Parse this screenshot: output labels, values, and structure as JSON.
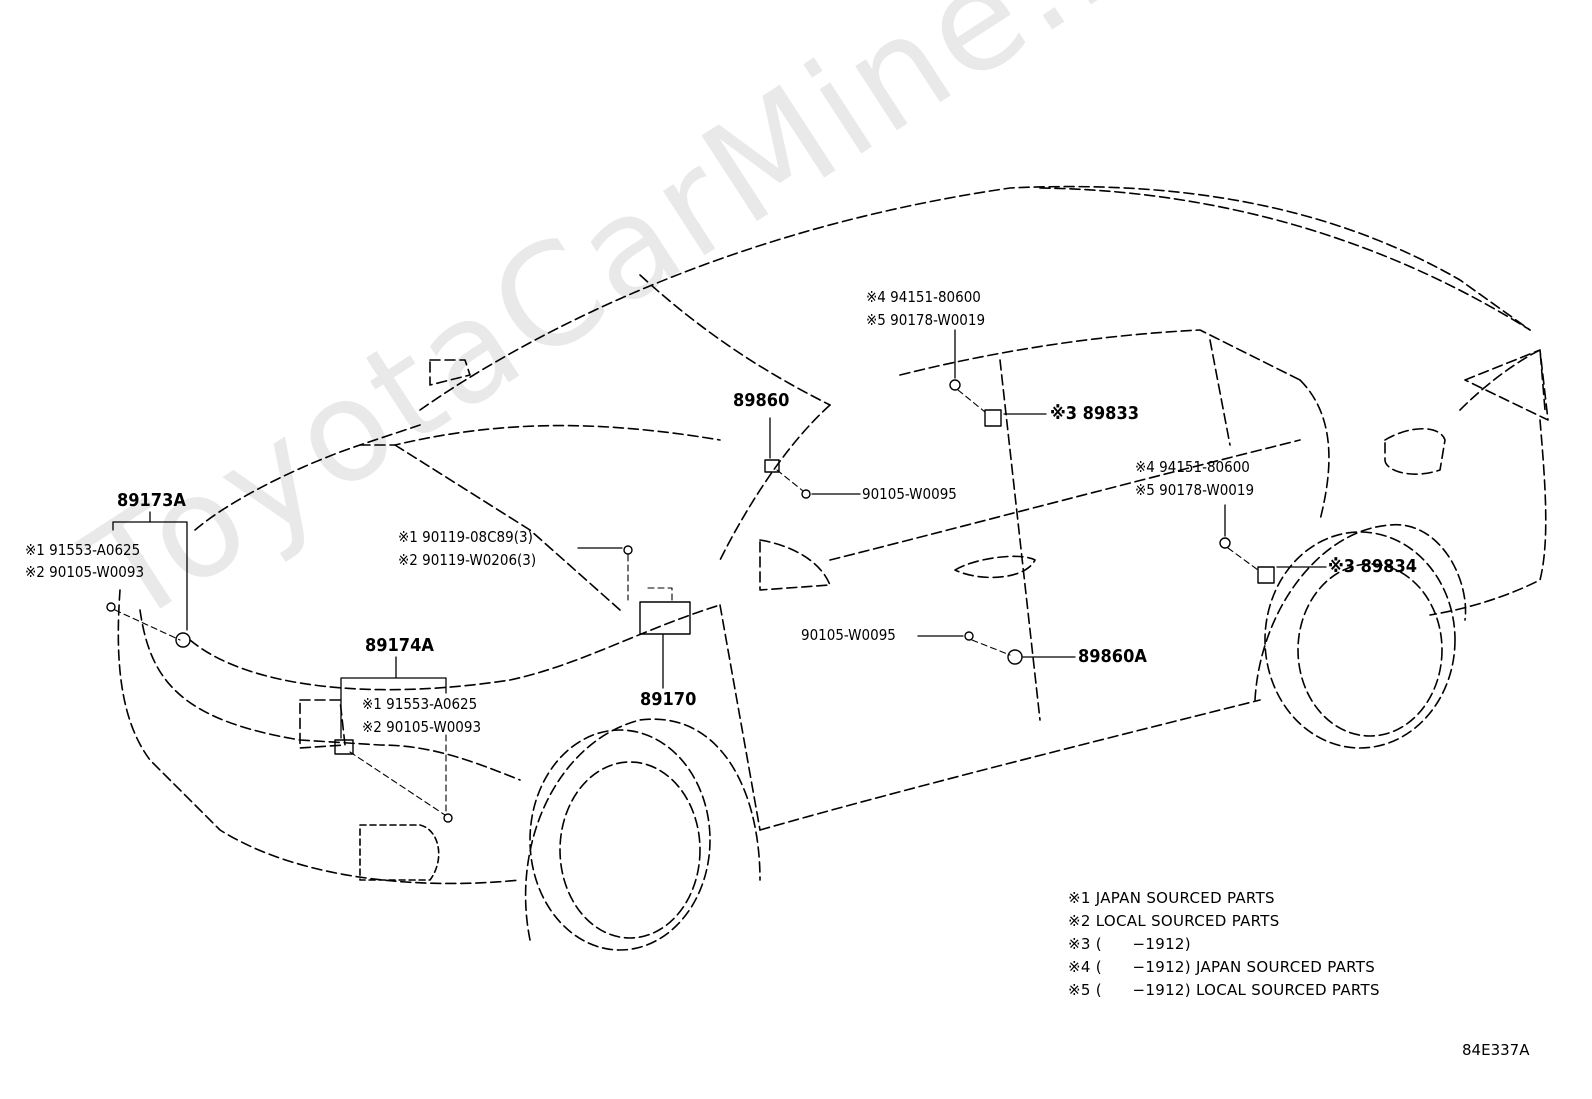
{
  "watermark": "ToyotaCarMine.ru",
  "diagram_ref": "84E337A",
  "callouts": {
    "p89173a": "89173A",
    "p89173a_s1": "※1 91553-A0625",
    "p89173a_s2": "※2 90105-W0093",
    "p89174a": "89174A",
    "p89174a_s1": "※1 91553-A0625",
    "p89174a_s2": "※2 90105-W0093",
    "p90119_s1": "※1 90119-08C89(3)",
    "p90119_s2": "※2 90119-W0206(3)",
    "p89170": "89170",
    "p89860": "89860",
    "p90105_a": "90105-W0095",
    "p94151_a": "※4 94151-80600",
    "p90178_a": "※5 90178-W0019",
    "p89833": "※3 89833",
    "p94151_b": "※4 94151-80600",
    "p90178_b": "※5 90178-W0019",
    "p89834": "※3 89834",
    "p90105_b": "90105-W0095",
    "p89860a": "89860A"
  },
  "notes": [
    "※1 JAPAN SOURCED PARTS",
    "※2 LOCAL SOURCED PARTS",
    "※3 (　　−1912)",
    "※4 (　　−1912) JAPAN SOURCED PARTS",
    "※5 (　　−1912) LOCAL SOURCED PARTS"
  ]
}
